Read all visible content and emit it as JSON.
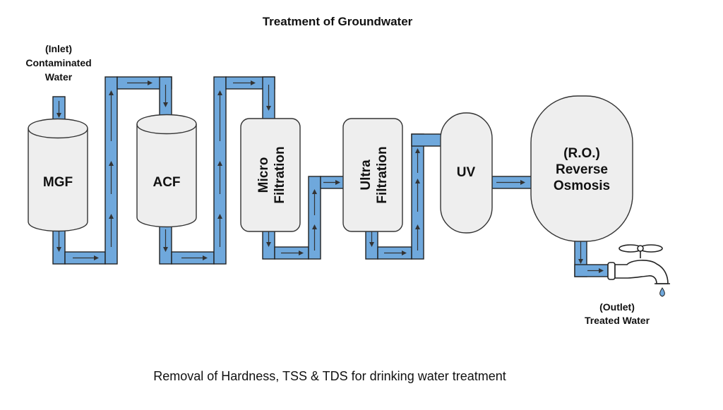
{
  "title": "Treatment of Groundwater",
  "inlet": {
    "line1": "(Inlet)",
    "line2": "Contaminated",
    "line3": "Water"
  },
  "units": {
    "mgf": "MGF",
    "acf": "ACF",
    "micro": {
      "line1": "Micro",
      "line2": "Filtration"
    },
    "ultra": {
      "line1": "Ultra",
      "line2": "Filtration"
    },
    "uv": "UV",
    "ro": {
      "line1": "(R.O.)",
      "line2": "Reverse",
      "line3": "Osmosis"
    }
  },
  "outlet": {
    "line1": "(Outlet)",
    "line2": "Treated Water"
  },
  "caption": "Removal of Hardness, TSS & TDS for drinking water treatment",
  "colors": {
    "pipe": "#6fa8dc",
    "unit_fill": "#eeeeee",
    "water_drop": "#6fa8dc"
  },
  "icons": {
    "faucet": "faucet-icon"
  }
}
